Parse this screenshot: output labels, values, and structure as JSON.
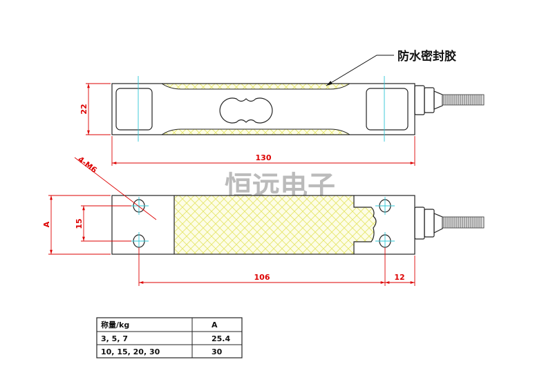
{
  "annotations": {
    "glue_label": "防水密封胶",
    "watermark": "恒远电子",
    "hole_label": "4-M6"
  },
  "dimensions": {
    "height": "22",
    "length": "130",
    "width": "A",
    "hole_spacing_y": "15",
    "hole_spacing_x": "106",
    "hole_offset": "12"
  },
  "table": {
    "headers": [
      "称量/kg",
      "A"
    ],
    "rows": [
      [
        "3, 5, 7",
        "25.4"
      ],
      [
        "10, 15, 20, 30",
        "30"
      ]
    ]
  },
  "colors": {
    "dimension": "#dd0000",
    "centerline": "#2cc6d6",
    "glue": "#f0f08a"
  }
}
